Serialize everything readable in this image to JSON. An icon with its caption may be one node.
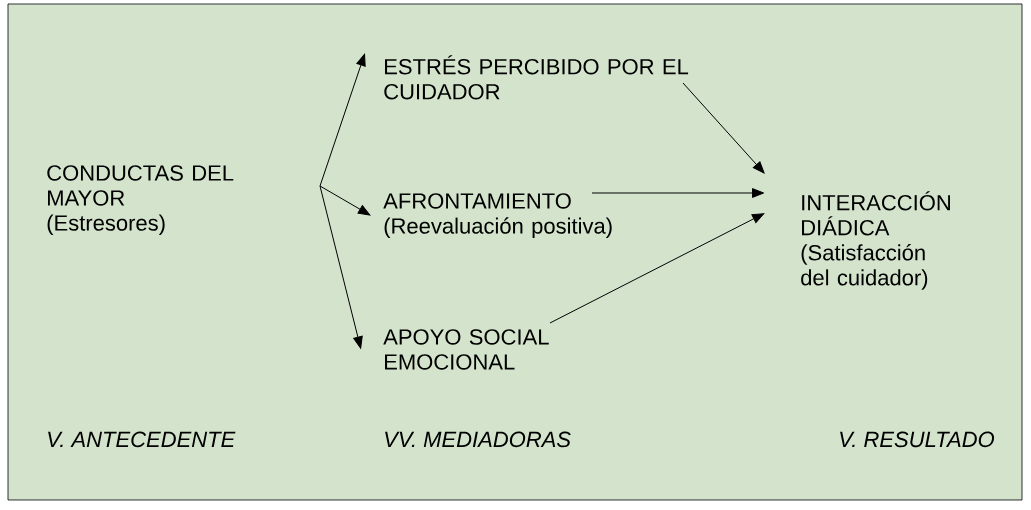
{
  "diagram": {
    "nodes": [
      {
        "text": [
          "CONDUCTAS DEL MAYOR",
          "(Estresores)"
        ]
      },
      {
        "text": [
          "ESTRÉS PERCIBIDO POR EL CUIDADOR"
        ]
      },
      {
        "text": [
          "AFRONTAMIENTO",
          "(Reevaluación positiva)"
        ]
      },
      {
        "text": [
          "APOYO SOCIAL EMOCIONAL"
        ]
      },
      {
        "text": [
          "INTERACCIÓN DIÁDICA",
          "(Satisfacción del cuidador)"
        ]
      }
    ],
    "edges": [
      {
        "from": null,
        "to": 1,
        "arrow": "to"
      },
      {
        "from": null,
        "to": 2,
        "arrow": "to"
      },
      {
        "from": null,
        "to": 3,
        "arrow": "to"
      },
      {
        "from": 1,
        "to": 4,
        "arrow": "to"
      },
      {
        "from": 2,
        "to": 4,
        "arrow": "to"
      },
      {
        "from": 3,
        "to": 4,
        "arrow": "to"
      }
    ],
    "labels": [
      "V. ANTECEDENTE",
      "VV. MEDIADORAS",
      "V. RESULTADO"
    ]
  }
}
